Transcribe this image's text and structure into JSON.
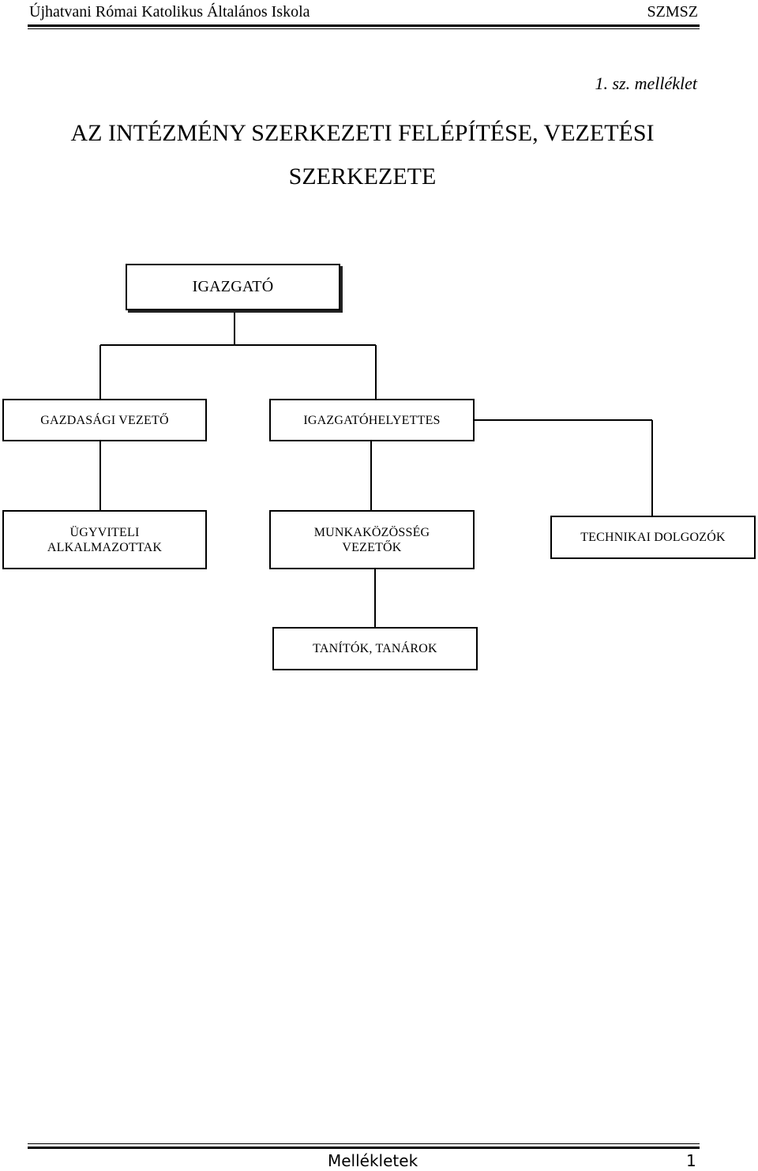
{
  "header": {
    "school": "Újhatvani Római Katolikus Általános Iskola",
    "doc_code": "SZMSZ"
  },
  "annex_label": "1. sz. melléklet",
  "title": {
    "line1": "AZ INTÉZMÉNY SZERKEZETI FELÉPÍTÉSE, VEZETÉSI",
    "line2": "SZERKEZETE"
  },
  "org_chart": {
    "igazgato": "IGAZGATÓ",
    "gazdasagi_vezeto": "GAZDASÁGI VEZETŐ",
    "igazgatohelyettes": "IGAZGATÓHELYETTES",
    "ugyviteli_line1": "ÜGYVITELI",
    "ugyviteli_line2": "ALKALMAZOTTAK",
    "munkakozosseg_line1": "MUNKAKÖZÖSSÉG",
    "munkakozosseg_line2": "VEZETŐK",
    "technikai": "TECHNIKAI DOLGOZÓK",
    "tanitok": "TANÍTÓK, TANÁROK"
  },
  "footer": {
    "section": "Mellékletek",
    "page_number": "1"
  }
}
